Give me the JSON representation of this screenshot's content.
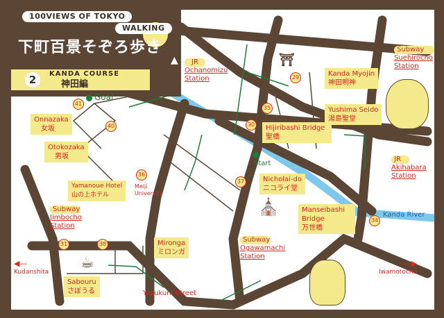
{
  "header": {
    "title_en_line1": "100VIEWS OF TOKYO",
    "title_en_line2": "WALKING",
    "title_jp": "下町百景そぞろ歩き",
    "course_number": "2",
    "course_en": "KANDA COURSE",
    "course_jp": "神田編"
  },
  "route": {
    "start": "Start",
    "goal": "Goal"
  },
  "markers": [
    "41",
    "40",
    "36",
    "35",
    "30",
    "29",
    "37",
    "34",
    "31",
    "38"
  ],
  "places": {
    "onnazaka": {
      "en": "Onnazaka",
      "jp": "女坂"
    },
    "otokozaka": {
      "en": "Otokozaka",
      "jp": "男坂"
    },
    "yamanoue": {
      "en": "Yamanoue Hotel",
      "jp": "山の上ホテル"
    },
    "meiji": "Meiji University",
    "kanda_myojin": {
      "en": "Kanda Myojin",
      "jp": "神田明神"
    },
    "yushima": {
      "en": "Yushima Seido",
      "jp": "湯島聖堂"
    },
    "hijiribashi": {
      "en": "Hijiribashi Bridge",
      "jp": "聖橋"
    },
    "nicholai": {
      "en": "Nicholai-do",
      "jp": "ニコライ堂"
    },
    "mironga": {
      "en": "Mironga",
      "jp": "ミロンガ"
    },
    "sabouru": {
      "en": "Sabouru",
      "jp": "さぼうる"
    },
    "mansei": {
      "en": "Manseibashi Bridge",
      "jp": "万世橋"
    }
  },
  "stations": {
    "ochanomizu": {
      "line": "JR",
      "name": "Ochanomizu Station"
    },
    "suehirocho": {
      "line": "Subway",
      "name": "Suehirocho Station"
    },
    "akihabara": {
      "line": "JR",
      "name": "Akihabara Station"
    },
    "jimbocho": {
      "line": "Subway",
      "name": "Jimbocho Station"
    },
    "ogawamachi": {
      "line": "Subway",
      "name": "Ogawamachi Station"
    }
  },
  "streets": {
    "yasukuni": "Yasukuni Street",
    "kanda_river": "Kanda River"
  },
  "directions": {
    "kudanshita": "Kudanshita",
    "iwamotocho": "Iwamotocho"
  },
  "colors": {
    "border": "#5b4636",
    "road": "#5b4636",
    "river": "#7ec8ec",
    "label_bg": "#f4ea8c",
    "label_text": "#e0261b",
    "route": "#1c7c3a"
  }
}
